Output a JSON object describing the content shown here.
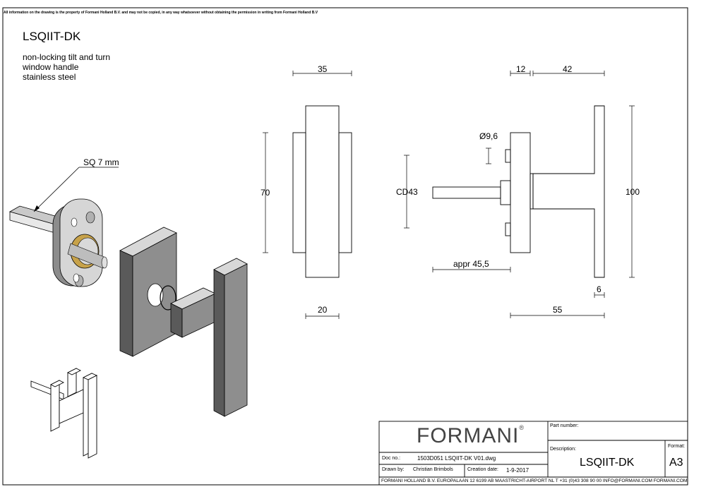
{
  "notice": "All information on the drawing is the property of Formani Holland B.V. and may not be copied, in any way whatsoever without obtaining the permission in writing from Formani Holland B.V",
  "product": {
    "code": "LSQIIT-DK",
    "description_lines": [
      "non-locking tilt and turn",
      "window handle",
      "stainless steel"
    ]
  },
  "callouts": {
    "spindle": "SQ 7 mm"
  },
  "dimensions": {
    "front_width": "35",
    "front_height": "70",
    "front_base": "20",
    "side_gap": "12",
    "side_lever": "42",
    "diameter": "Ø9,6",
    "center_distance": "CD43",
    "total_height": "100",
    "spindle_length": "appr 45,5",
    "thickness": "6",
    "depth": "55"
  },
  "title_block": {
    "logo": "FORMANI",
    "registered": "®",
    "doc_no_label": "Doc no.:",
    "doc_no": "1503D051 LSQIIT-DK V01.dwg",
    "drawn_by_label": "Drawn by:",
    "drawn_by": "Christian Brimbols",
    "creation_date_label": "Creation date:",
    "creation_date": "1-9-2017",
    "part_number_label": "Part number:",
    "description_label": "Description:",
    "description": "LSQIIT-DK",
    "format_label": "Format:",
    "format": "A3",
    "footer": "FORMANI HOLLAND B.V.  EUROPALAAN 12  6199 AB MAASTRICHT-AIRPORT NL  T +31 (0)43 308 90 00 INFO@FORMANI.COM FORMANI.COM"
  }
}
